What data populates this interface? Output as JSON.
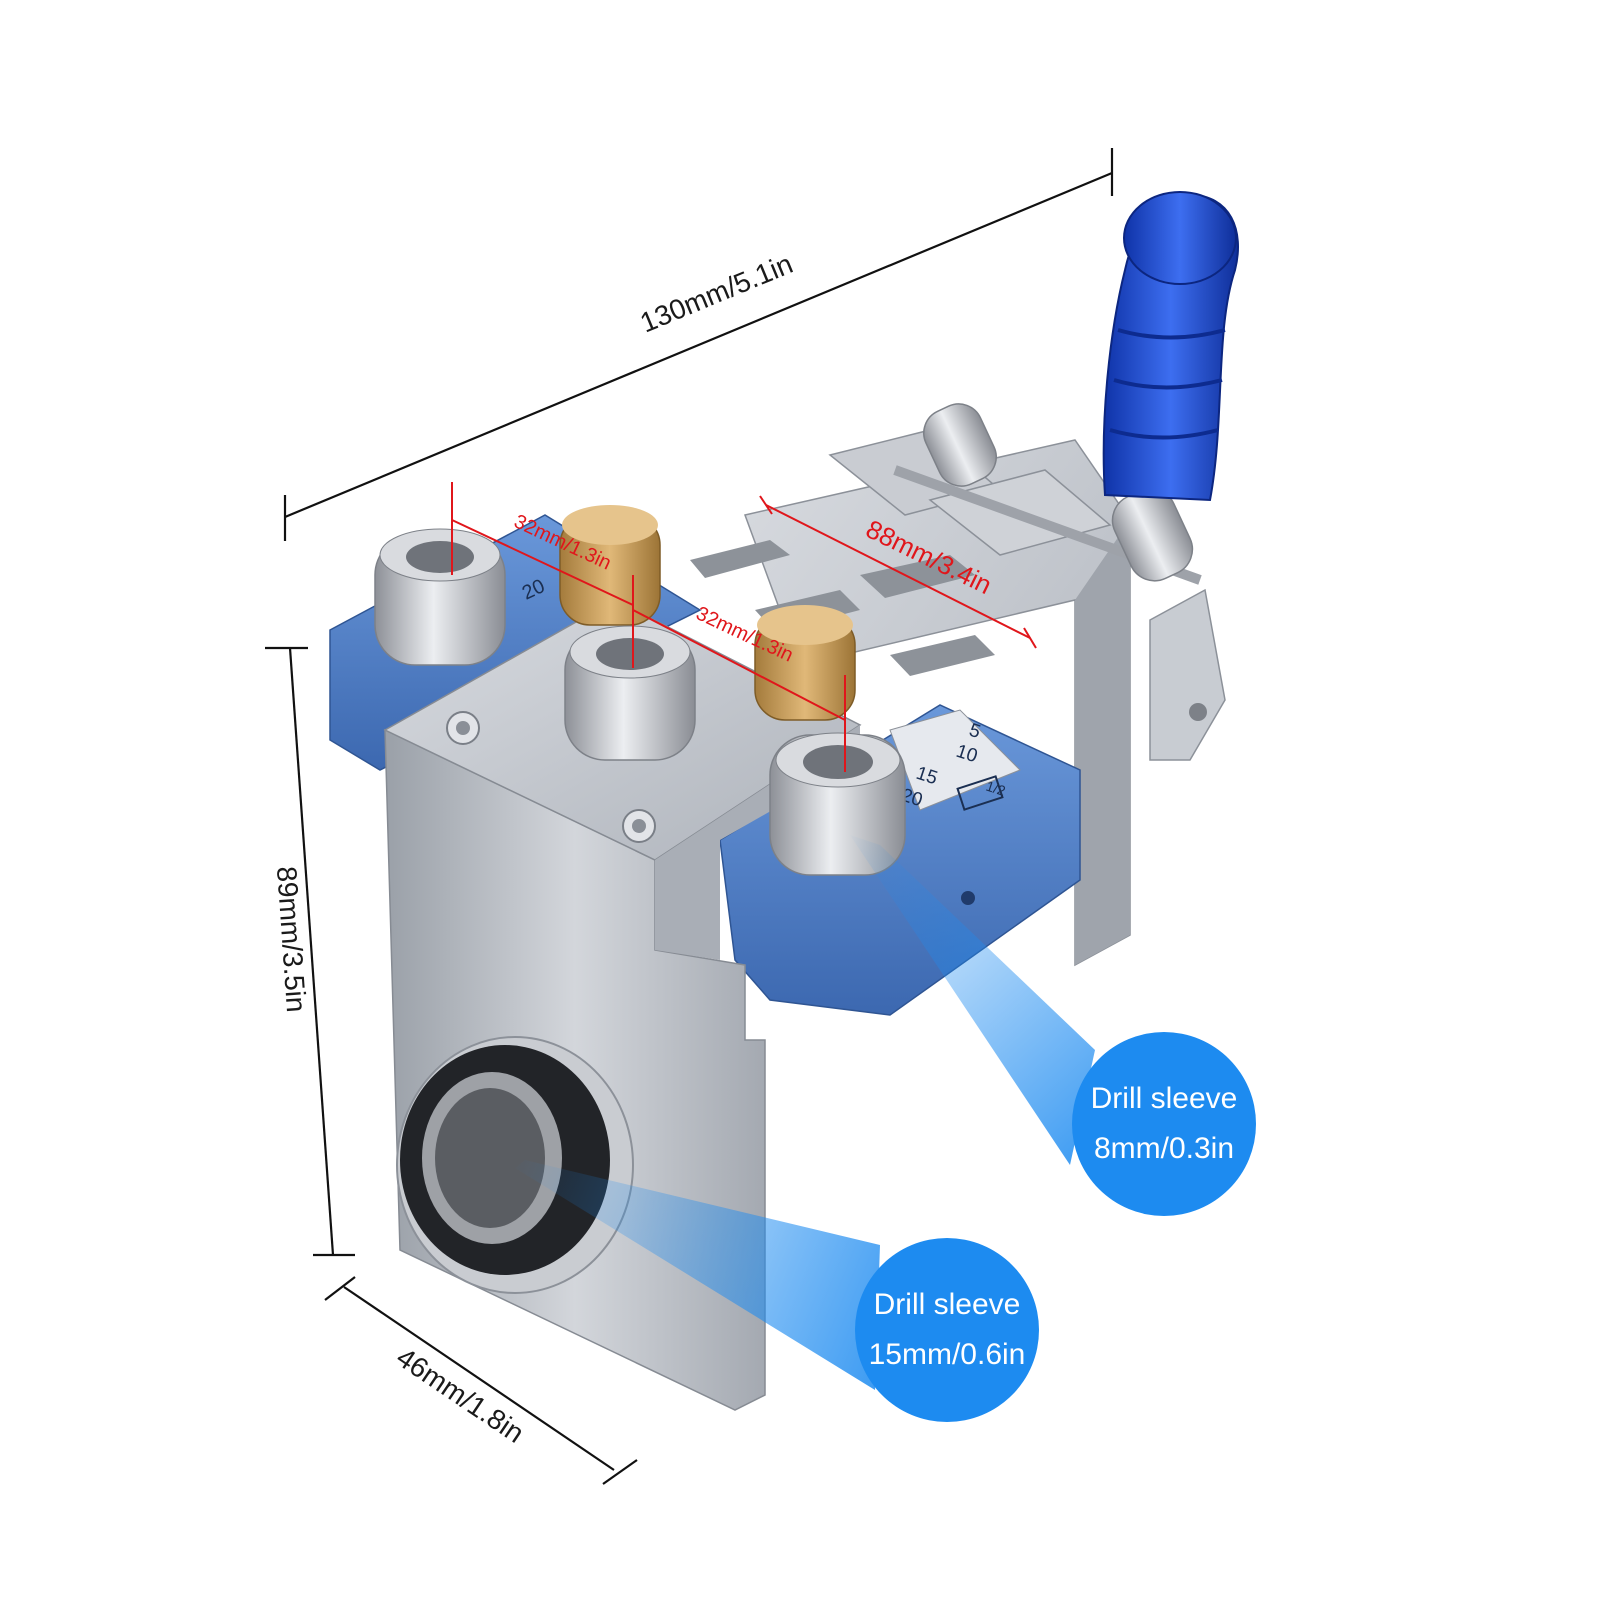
{
  "dimensions": {
    "length": "130mm/5.1in",
    "height": "89mm/3.5in",
    "depth": "46mm/1.8in",
    "hole_spacing_a": "32mm/1.3in",
    "hole_spacing_b": "32mm/1.3in",
    "clamp_span": "88mm/3.4in"
  },
  "scale": {
    "marks": [
      "5",
      "10",
      "15",
      "20"
    ],
    "side_marks": [
      "20"
    ],
    "fraction": "1/2"
  },
  "callouts": {
    "small_sleeve": {
      "title": "Drill sleeve",
      "size": "8mm/0.3in"
    },
    "large_sleeve": {
      "title": "Drill sleeve",
      "size": "15mm/0.6in"
    }
  },
  "colors": {
    "dimension_line": "#111111",
    "spacing_annotation": "#e0161b",
    "callout_fill": "#1d8bf0",
    "body_silver": "#b8bcc4",
    "accent_blue": "#4f80c8",
    "handle_blue": "#1947c8"
  }
}
